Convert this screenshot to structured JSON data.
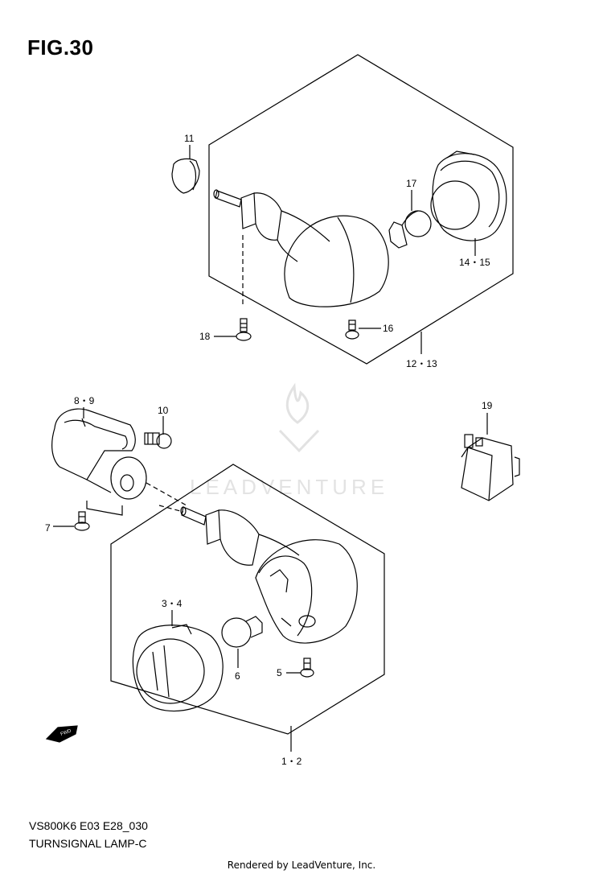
{
  "figure": {
    "title": "FIG.30"
  },
  "callouts": {
    "c11": "11",
    "c17": "17",
    "c14_15": "14・15",
    "c18": "18",
    "c16": "16",
    "c12_13": "12・13",
    "c8_9": "8・9",
    "c10": "10",
    "c19": "19",
    "c7": "7",
    "c3_4": "3・4",
    "c6": "6",
    "c5": "5",
    "c1_2": "1・2"
  },
  "fwd_badge": "FWD",
  "watermark": "LEADVENTURE",
  "footer": {
    "model_code": "VS800K6 E03 E28_030",
    "part_name": "TURNSIGNAL LAMP-C",
    "rendered_by": "Rendered by LeadVenture, Inc."
  }
}
